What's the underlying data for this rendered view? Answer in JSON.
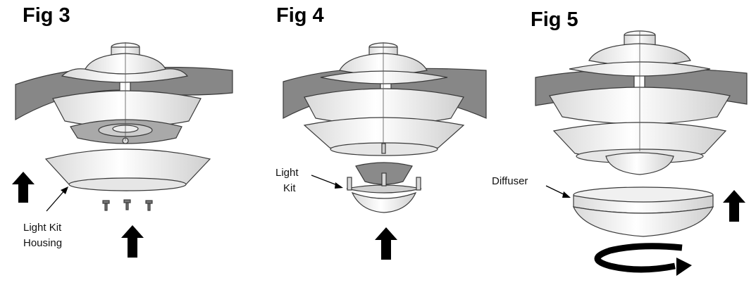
{
  "figures": [
    {
      "title": "Fig 3",
      "labels": [
        "Light Kit",
        "Housing"
      ]
    },
    {
      "title": "Fig 4",
      "labels": [
        "Light",
        "Kit"
      ]
    },
    {
      "title": "Fig 5",
      "labels": [
        "Diffuser"
      ]
    }
  ],
  "colors": {
    "blade": "#878787",
    "body": "#f2f2f2",
    "outline": "#3a3a3a",
    "arrow": "#000000"
  }
}
